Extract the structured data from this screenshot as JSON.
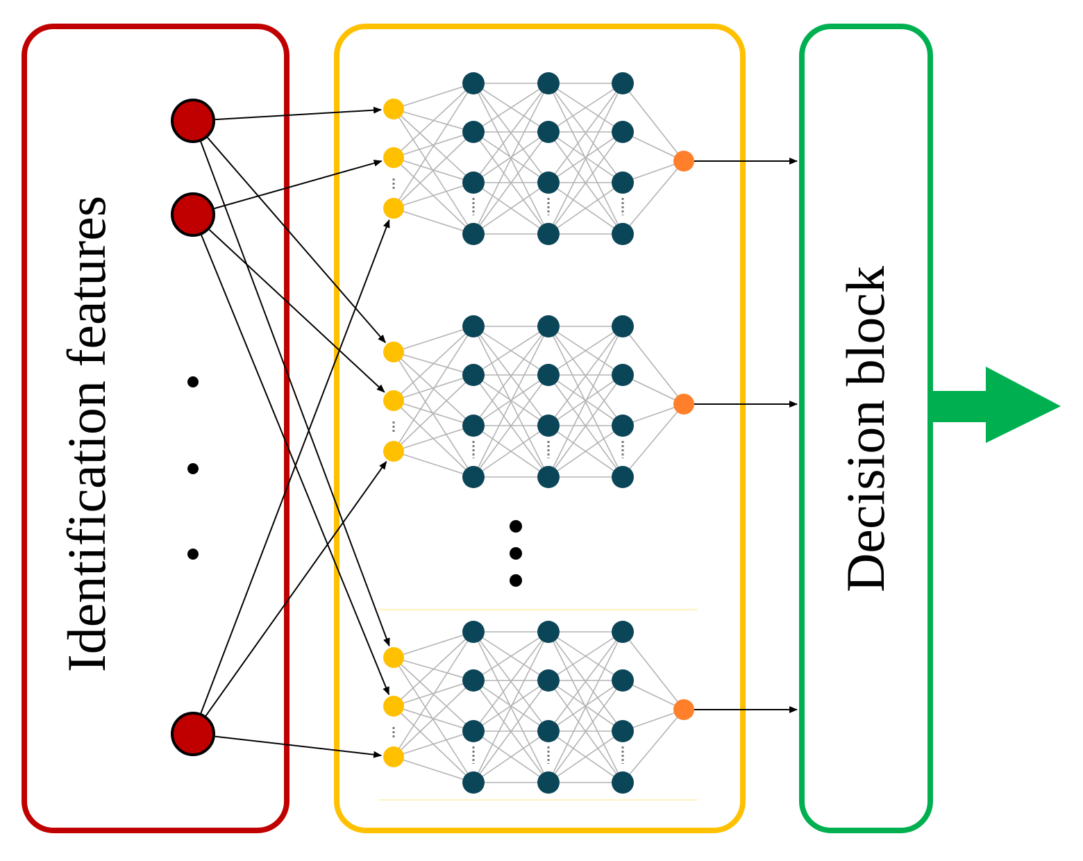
{
  "labels": {
    "features": "Identification features",
    "decision": "Decision block"
  },
  "colors": {
    "features_frame": "#c00000",
    "feature_node": "#c00000",
    "models_frame": "#ffc000",
    "input_node": "#ffc000",
    "hidden_node": "#0b4558",
    "output_node": "#ff7f2a",
    "decision_frame": "#00b050",
    "output_arrow": "#00b050",
    "edge": "#b3b3b3",
    "arrow": "#000000"
  },
  "icons": {
    "feature_node": "circle",
    "hidden_node": "circle",
    "ellipsis": "vertical-dots",
    "output_arrow": "block-arrow-right"
  }
}
